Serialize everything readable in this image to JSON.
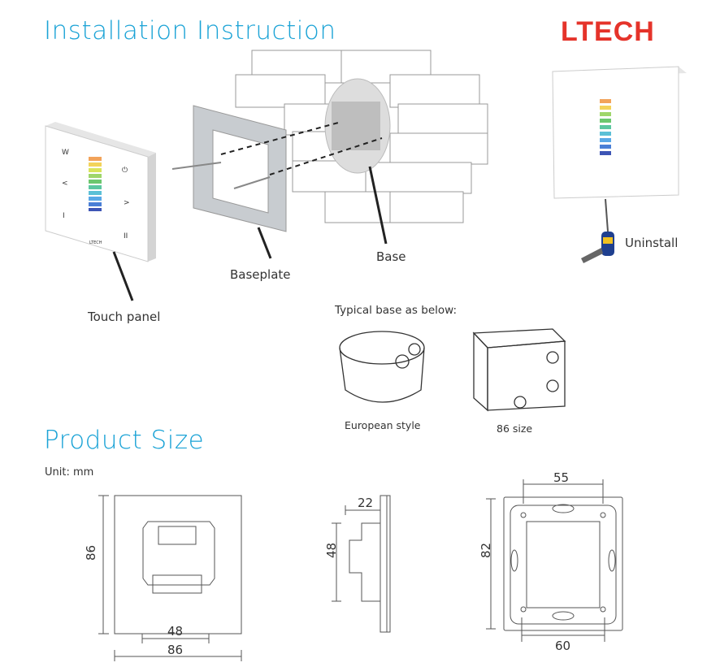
{
  "header": {
    "title": "Installation Instruction",
    "logo_text": "LTECH",
    "brand_color": "#e5332a",
    "heading_color": "#1ba3d6"
  },
  "installation": {
    "labels": {
      "touch_panel": "Touch panel",
      "baseplate": "Baseplate",
      "base": "Base",
      "uninstall": "Uninstall"
    },
    "panel_buttons": [
      "W",
      "⏻",
      "<",
      ">",
      "I",
      "II"
    ],
    "panel_brand": "LTECH",
    "typical_base": {
      "title": "Typical base as below:",
      "european": "European style",
      "size86": "86 size"
    }
  },
  "product_size": {
    "title": "Product Size",
    "unit": "Unit: mm",
    "front": {
      "height": "86",
      "inner_width": "48",
      "width": "86"
    },
    "side": {
      "depth": "22",
      "height": "48"
    },
    "back": {
      "top_width": "55",
      "height": "82",
      "bottom_width": "60"
    }
  }
}
